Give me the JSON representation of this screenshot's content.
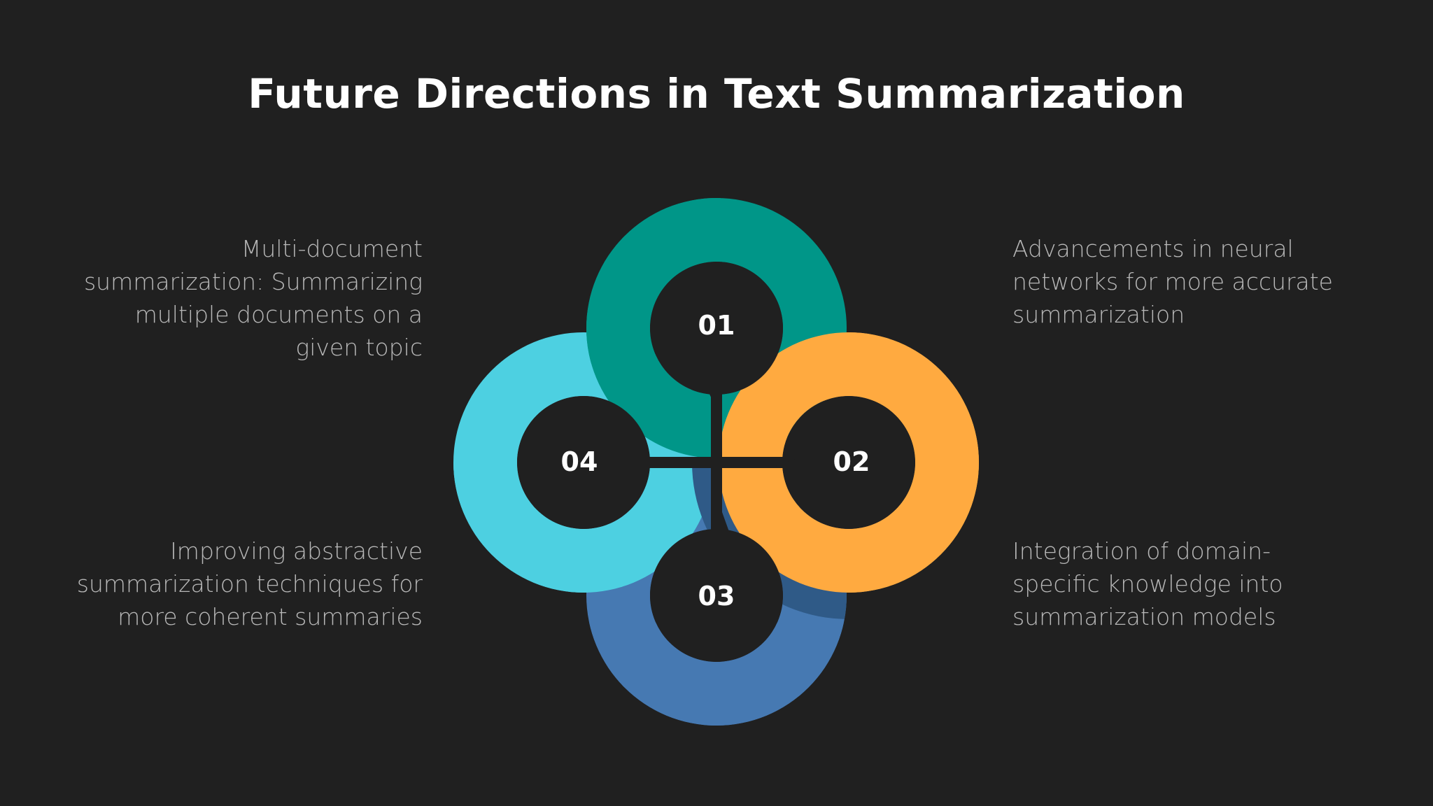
{
  "title": "Future Directions in Text Summarization",
  "colors": {
    "background": "#202020",
    "step1": "#009688",
    "step2": "#FFAA40",
    "step3": "#4679B2",
    "step4": "#4DD0E1"
  },
  "steps": [
    {
      "number": "01",
      "text": "Advancements in neural networks for more accurate summarization"
    },
    {
      "number": "02",
      "text": "Integration of domain-specific knowledge into summarization models"
    },
    {
      "number": "03",
      "text": "Improving abstractive summarization techniques for more coherent summaries"
    },
    {
      "number": "04",
      "text": "Multi-document summarization: Summarizing multiple documents on a given topic"
    }
  ]
}
